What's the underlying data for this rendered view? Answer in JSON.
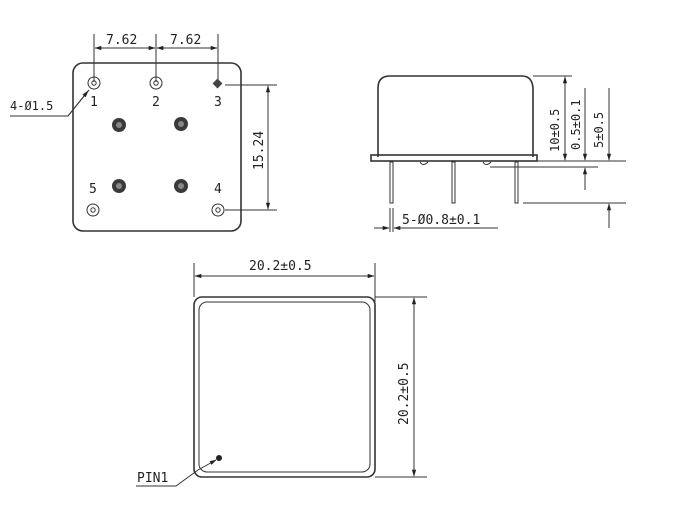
{
  "diagram": {
    "type": "mechanical-package-drawing",
    "views": {
      "bottom_view": {
        "pin_pitch_x_left": "7.62",
        "pin_pitch_x_right": "7.62",
        "pin_pitch_y": "15.24",
        "hole_callout": "4-Ø1.5",
        "pin_labels": [
          "1",
          "2",
          "3",
          "4",
          "5"
        ]
      },
      "side_view": {
        "height_total": "10±0.5",
        "standoff": "0.5±0.1",
        "pin_length": "5±0.5",
        "pin_callout": "5-Ø0.8±0.1"
      },
      "top_view": {
        "width": "20.2±0.5",
        "height": "20.2±0.5",
        "pin1_label": "PIN1"
      }
    },
    "colors": {
      "line": "#333333",
      "background": "#ffffff"
    }
  }
}
